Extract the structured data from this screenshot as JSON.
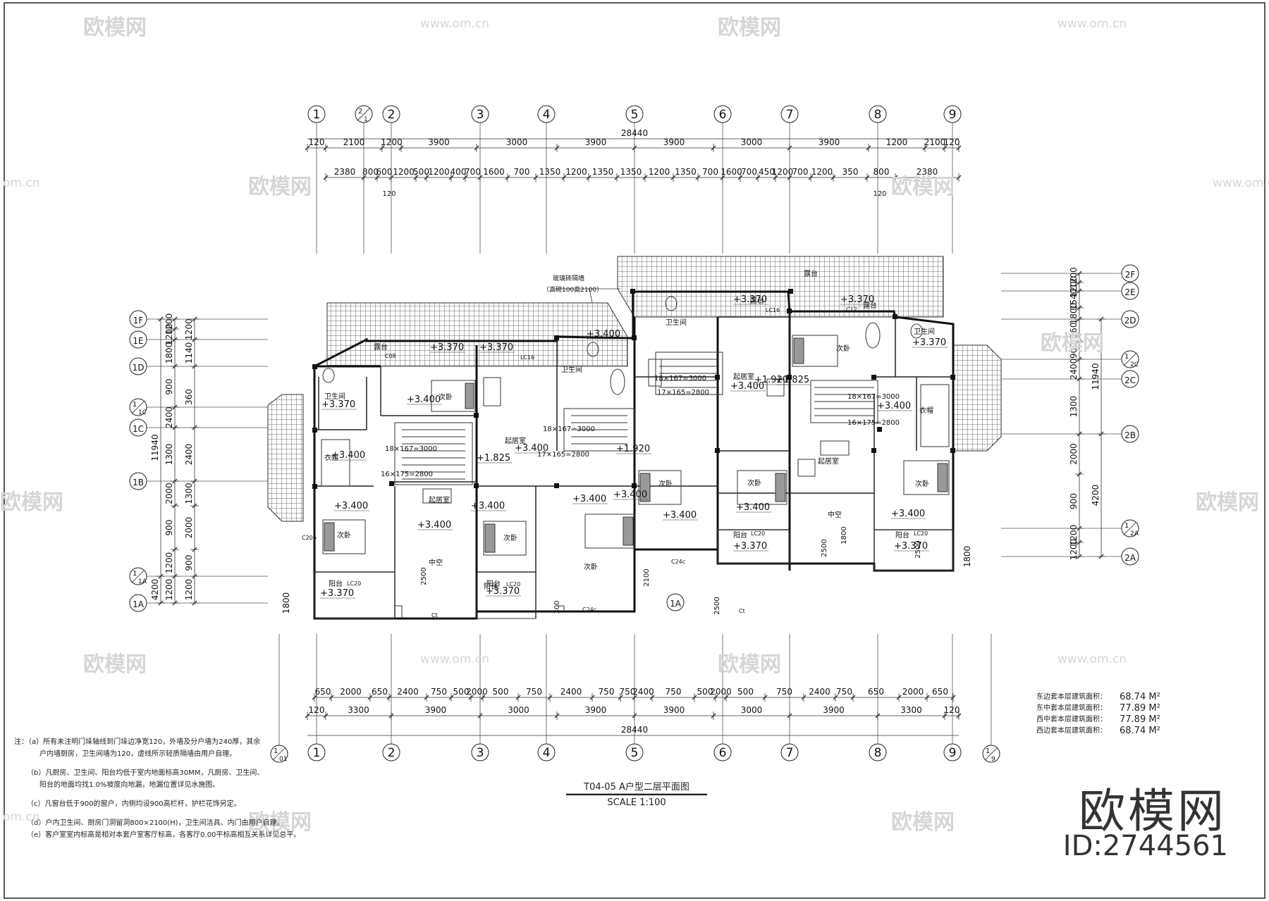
{
  "watermark": {
    "text": "欧模网",
    "url": "www.om.cn",
    "url_partial": "om.cn"
  },
  "axes_top": [
    "1",
    "2/1",
    "2",
    "3",
    "4",
    "5",
    "6",
    "7",
    "8",
    "9"
  ],
  "axes_bottom": [
    "1/01",
    "1",
    "2",
    "3",
    "4",
    "5",
    "6",
    "7",
    "8",
    "9",
    "1/9"
  ],
  "axes_left": [
    "1F",
    "1E",
    "1D",
    "1/1C",
    "1C",
    "1B",
    "1/1A",
    "1A"
  ],
  "axes_right": [
    "2F",
    "2E",
    "2D",
    "1/2C",
    "2C",
    "2B",
    "1/2A",
    "2A"
  ],
  "axis_mid": "1A",
  "dims": {
    "total_top": "28440",
    "total_bottom": "28440",
    "top_row1": [
      "120",
      "2100",
      "1200",
      "3900",
      "3000",
      "3900",
      "3900",
      "3000",
      "3900",
      "1200",
      "2100",
      "120"
    ],
    "top_row2": [
      "2380",
      "800",
      "600",
      "1200",
      "500",
      "1200",
      "400",
      "700",
      "1600",
      "700",
      "1350",
      "1200",
      "1350",
      "1350",
      "1200",
      "1350",
      "700",
      "1600",
      "700",
      "450",
      "1200",
      "700",
      "1200",
      "350",
      "800",
      "2380"
    ],
    "top_row2_sub": [
      "120",
      "120"
    ],
    "bottom_row1": [
      "650",
      "2000",
      "650",
      "2400",
      "750",
      "500",
      "2000",
      "500",
      "750",
      "2400",
      "750",
      "750",
      "2400",
      "750",
      "500",
      "2000",
      "500",
      "750",
      "2400",
      "750",
      "650",
      "2000",
      "650"
    ],
    "bottom_row2": [
      "120",
      "3300",
      "3900",
      "3000",
      "3900",
      "3900",
      "3000",
      "3900",
      "3300",
      "120"
    ],
    "left_col1": [
      "11940",
      "4200"
    ],
    "left_col2": [
      "1200",
      "1200",
      "1800",
      "900",
      "2400",
      "1300",
      "2000",
      "900",
      "1200",
      "1200"
    ],
    "left_col3": [
      "1200",
      "1140",
      "360",
      "2400",
      "1300",
      "2000",
      "900",
      "1200"
    ],
    "left_bottom": "1800",
    "right_col1": [
      "1200",
      "1200",
      "1540",
      "1800",
      "360",
      "900",
      "2400",
      "1300",
      "2000",
      "900",
      "1200",
      "1200"
    ],
    "right_col2": [
      "11940",
      "4200"
    ],
    "right_bottom": "1800",
    "mid_dims": [
      "2100",
      "300",
      "2500",
      "2500",
      "2500",
      "2500",
      "1800"
    ]
  },
  "levels": [
    "+3.370",
    "+3.370",
    "+3.370",
    "+3.370",
    "+3.370",
    "+3.370",
    "+3.400",
    "+3.400",
    "+3.400",
    "+3.400",
    "+3.400",
    "+3.400",
    "+3.400",
    "+3.400",
    "+3.400",
    "+3.400",
    "+3.400",
    "+3.400",
    "+3.400",
    "+3.400",
    "+3.370",
    "+3.370",
    "+3.370",
    "+3.370",
    "+1.825",
    "+1.920",
    "+1.920",
    "+1.825"
  ],
  "stairs": [
    "18×167=3000",
    "16×175=2800",
    "18×167=3000",
    "17×165=2800",
    "18×167=3000",
    "17×165=2800",
    "18×167=3000",
    "16×175=2800"
  ],
  "rooms": {
    "bedroom2": "次卧",
    "living": "起居室",
    "bath": "卫生间",
    "dressing": "衣帽",
    "open": "中空",
    "balcony": "阳台",
    "terrace": "露台"
  },
  "window_codes": [
    "C08",
    "LC16",
    "C12",
    "LC16",
    "C20b",
    "LC20",
    "LC20",
    "C24c",
    "C24c",
    "Ct",
    "Ct",
    "LC20",
    "LC20"
  ],
  "callout": {
    "line1": "玻璃砖隔墙",
    "line2": "（高砌100高2100）"
  },
  "areas": [
    {
      "label": "东边套本层建筑面积：",
      "value": "68.74 M²"
    },
    {
      "label": "东中套本层建筑面积：",
      "value": "77.89 M²"
    },
    {
      "label": "西中套本层建筑面积：",
      "value": "77.89 M²"
    },
    {
      "label": "西边套本层建筑面积：",
      "value": "68.74 M²"
    }
  ],
  "notes": [
    "注：（a）所有未注明门垛轴线到门垛边净宽120，外墙及分户墙为240厚，其余",
    "户内墙厨房，卫生间墙为120，虚线所示轻质隔墙由用户自理。",
    "（b）凡厨房、卫生间、阳台均低于室内地面标高30MM，凡厨房、卫生间、",
    "阳台的地面均找1.0%坡度向地漏，地漏位置详见水施图。",
    "（c）凡窗台低于900的窗户，内侧均设900高栏杆，护栏花饰另定。",
    "（d）户内卫生间、厨房门洞留洞800×2100(H)，卫生间洁具、内门由用户自理。",
    "（e）客户室室内标高是相对本套户室客厅标高，各客厅0.00平标高相互关系详见总平。"
  ],
  "title": {
    "name": "T04-05  A户型二层平面图",
    "scale": "SCALE 1:100"
  },
  "brand": {
    "name": "欧模网",
    "id": "ID:2744561"
  }
}
